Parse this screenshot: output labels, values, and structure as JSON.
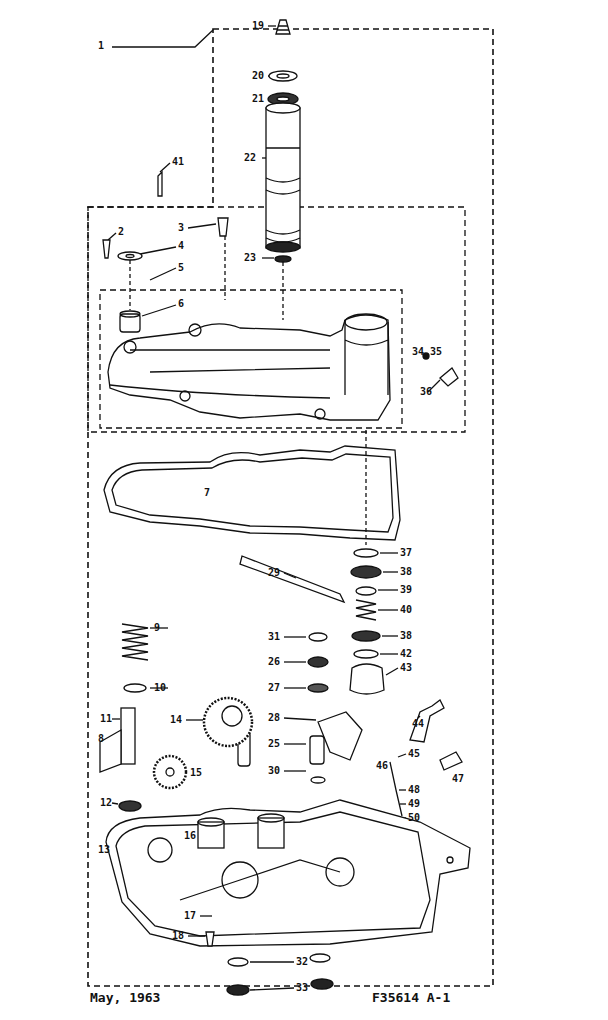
{
  "diagram": {
    "labels": [
      "1",
      "19",
      "20",
      "21",
      "22",
      "23",
      "41",
      "2",
      "3",
      "4",
      "5",
      "6",
      "34",
      "35",
      "36",
      "7",
      "37",
      "38",
      "39",
      "40",
      "38",
      "42",
      "43",
      "44",
      "45",
      "46",
      "47",
      "48",
      "49",
      "50",
      "29",
      "31",
      "26",
      "27",
      "28",
      "25",
      "30",
      "9",
      "10",
      "14",
      "11",
      "8",
      "15",
      "12",
      "16",
      "13",
      "17",
      "18",
      "32",
      "33",
      "May, 1963",
      "F35614 A-1"
    ]
  }
}
